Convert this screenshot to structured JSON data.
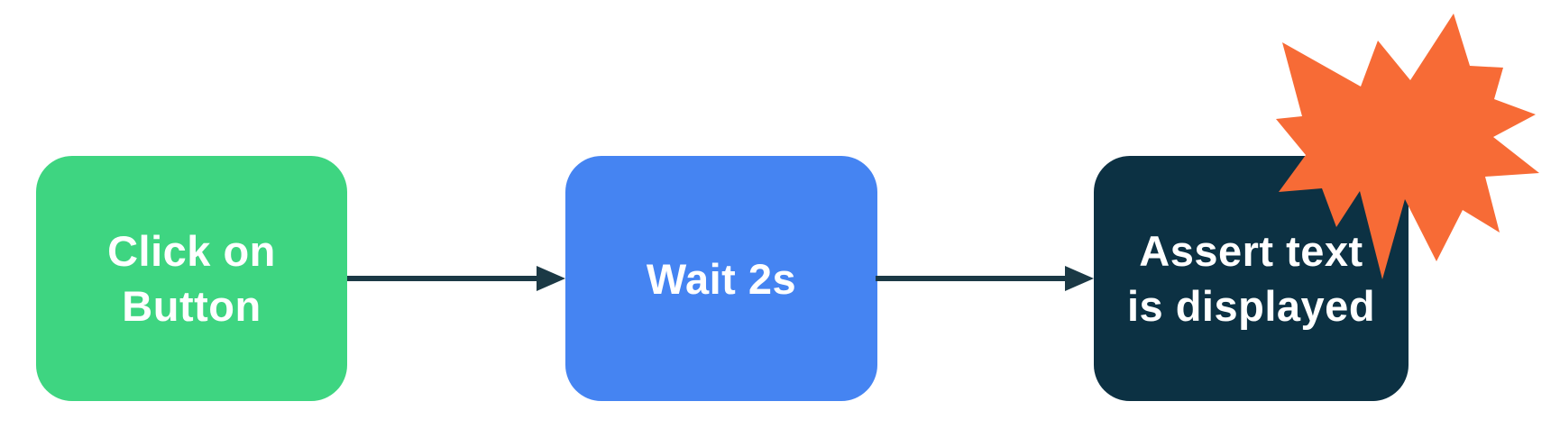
{
  "diagram": {
    "background_color": "#FFFFFF",
    "nodes": [
      {
        "label": "Click on\nButton",
        "fill_color": "#3ED581",
        "text_color": "#FFFFFF"
      },
      {
        "label": "Wait 2s",
        "fill_color": "#4584F2",
        "text_color": "#FFFFFF"
      },
      {
        "label": "Assert text\nis displayed",
        "fill_color": "#0C3143",
        "text_color": "#FFFFFF"
      }
    ],
    "connections": [
      {
        "from": "Click on Button",
        "to": "Wait 2s"
      },
      {
        "from": "Wait 2s",
        "to": "Assert text is displayed"
      }
    ],
    "arrow_color": "#1B3945",
    "starburst": {
      "shape": "explosion-starburst",
      "color": "#F76B36",
      "attached_to": "Assert text is displayed"
    }
  }
}
